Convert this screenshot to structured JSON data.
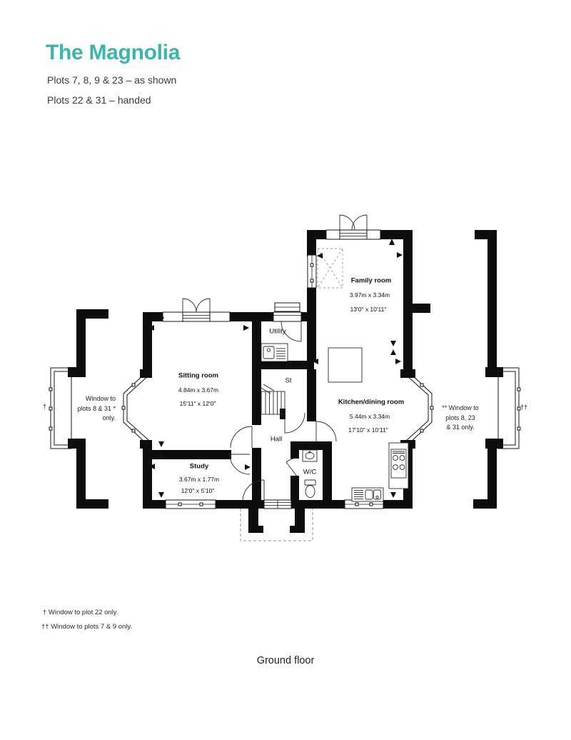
{
  "header": {
    "title": "The Magnolia",
    "subtitle_plots_shown": "Plots 7, 8, 9 & 23 – as shown",
    "subtitle_plots_handed": "Plots 22 & 31 – handed",
    "accent_color": "#3bb4ac"
  },
  "plan": {
    "rooms": [
      {
        "name": "Family room",
        "metric": "3.97m x 3.34m",
        "imperial": "13'0\" x 10'11\""
      },
      {
        "name": "Sitting room",
        "metric": "4.84m x 3.67m",
        "imperial": "15'11\" x 12'0\""
      },
      {
        "name": "Kitchen/dining room",
        "metric": "5.44m x 3.34m",
        "imperial": "17'10\" x 10'11\""
      },
      {
        "name": "Study",
        "metric": "3.67m x 1.77m",
        "imperial": "12'0\" x 5'10\""
      }
    ],
    "labels": {
      "utility": "Utility",
      "store": "St",
      "hall": "Hall",
      "wc": "W/C"
    },
    "window_notes": {
      "left": {
        "marker": "†",
        "line1": "Window to",
        "line2": "plots 8 & 31 *",
        "line3": "only."
      },
      "right": {
        "marker": "††",
        "line1": "** Window to",
        "line2": "plots 8, 23",
        "line3": "& 31 only."
      }
    }
  },
  "footnotes": {
    "plot22": "† Window to plot 22 only.",
    "plots79": "†† Window to plots 7 & 9 only."
  },
  "caption": "Ground floor"
}
